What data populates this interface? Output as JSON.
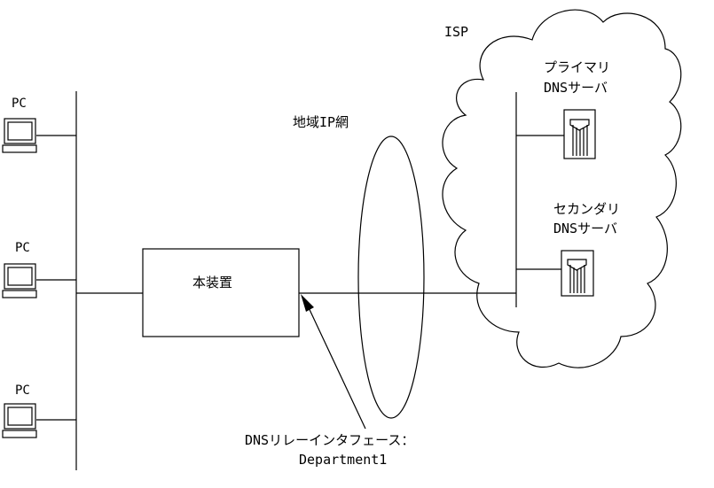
{
  "pcs": [
    {
      "label": "PC"
    },
    {
      "label": "PC"
    },
    {
      "label": "PC"
    }
  ],
  "device": {
    "label": "本装置"
  },
  "regional_network": {
    "label": "地域IP網"
  },
  "isp": {
    "label": "ISP"
  },
  "primary_dns": {
    "line1": "プライマリ",
    "line2": "DNSサーバ"
  },
  "secondary_dns": {
    "line1": "セカンダリ",
    "line2": "DNSサーバ"
  },
  "relay_interface": {
    "line1": "DNSリレーインタフェース：",
    "line2": "Department1"
  }
}
